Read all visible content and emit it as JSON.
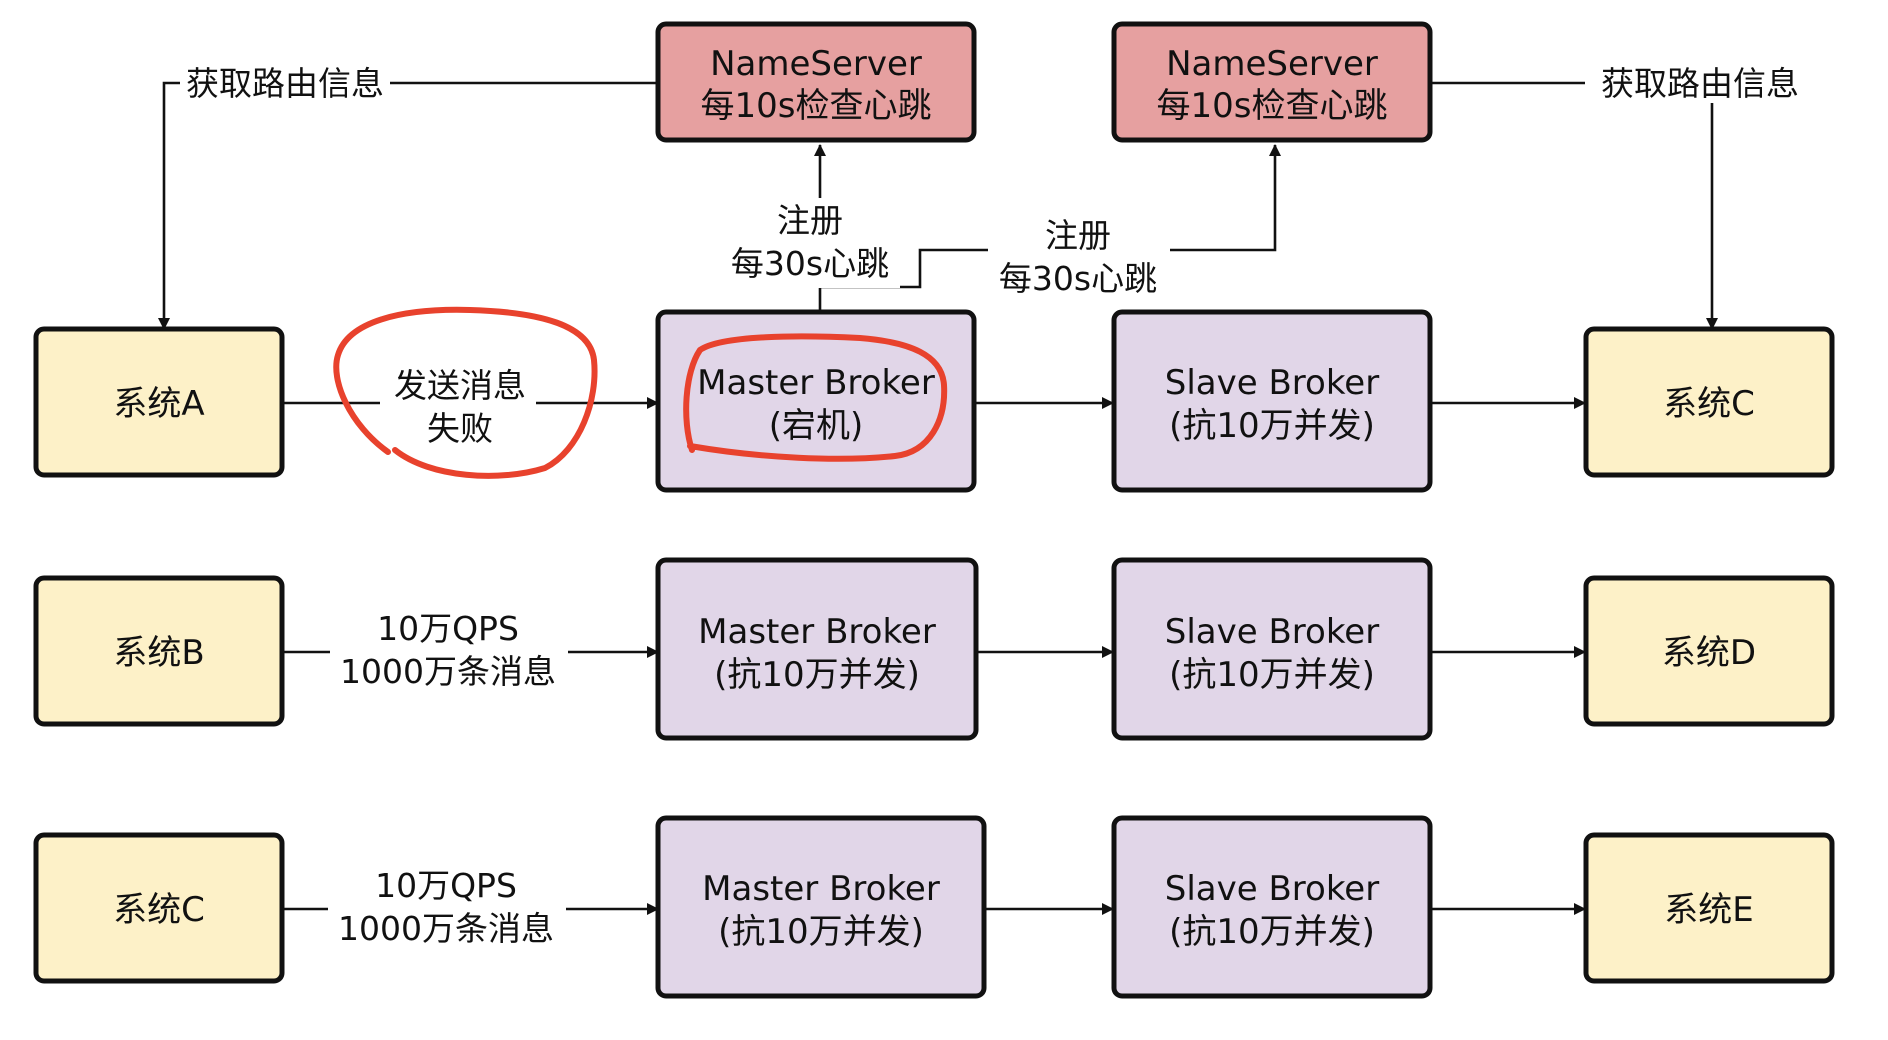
{
  "colors": {
    "nameserver_fill": "#e6a0a0",
    "broker_fill": "#e1d6e8",
    "system_fill": "#fdf1c8",
    "border": "#111111",
    "highlight": "#e8422d"
  },
  "nodes": {
    "nameserver_left": [
      "NameServer",
      "每10s检查心跳"
    ],
    "nameserver_right": [
      "NameServer",
      "每10s检查心跳"
    ],
    "system_a": "系统A",
    "system_b": "系统B",
    "system_c_src": "系统C",
    "system_c_dst": "系统C",
    "system_d": "系统D",
    "system_e": "系统E",
    "master_broker_1": [
      "Master Broker",
      "(宕机)"
    ],
    "master_broker_2": [
      "Master Broker",
      "(抗10万并发)"
    ],
    "master_broker_3": [
      "Master Broker",
      "(抗10万并发)"
    ],
    "slave_broker_1": [
      "Slave Broker",
      "(抗10万并发)"
    ],
    "slave_broker_2": [
      "Slave Broker",
      "(抗10万并发)"
    ],
    "slave_broker_3": [
      "Slave Broker",
      "(抗10万并发)"
    ]
  },
  "edge_labels": {
    "route_left": "获取路由信息",
    "route_right": "获取路由信息",
    "register_left": [
      "注册",
      "每30s心跳"
    ],
    "register_right": [
      "注册",
      "每30s心跳"
    ],
    "send_failed": [
      "发送消息",
      "失败"
    ],
    "row2_traffic": [
      "10万QPS",
      "1000万条消息"
    ],
    "row3_traffic": [
      "10万QPS",
      "1000万条消息"
    ]
  }
}
